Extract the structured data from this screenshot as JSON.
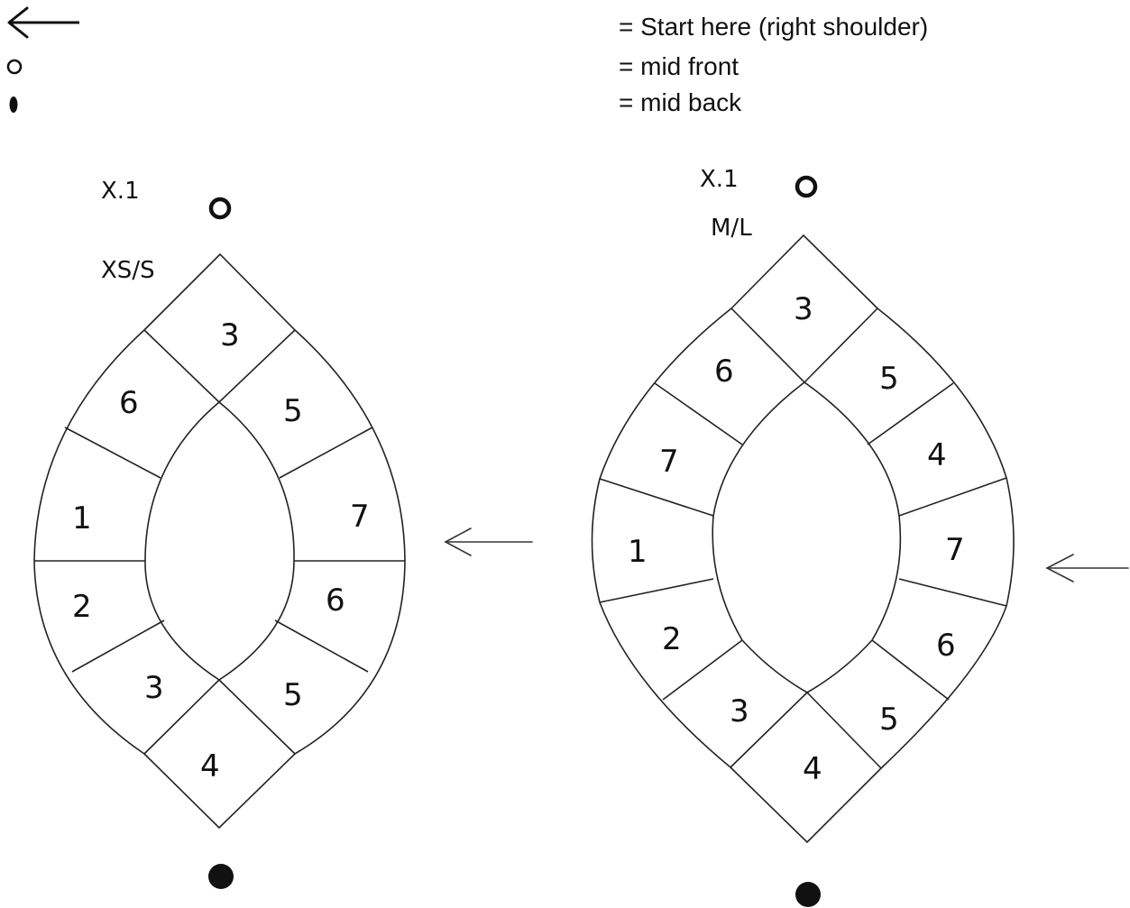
{
  "legend": [
    {
      "symbol": "arrow-left-icon",
      "text": "= Start here (right shoulder)"
    },
    {
      "symbol": "open-circle-icon",
      "text": "= mid front"
    },
    {
      "symbol": "filled-dot-icon",
      "text": "= mid back"
    }
  ],
  "diagrams": [
    {
      "id": "xs-s",
      "label_top": "X.1",
      "label_size": "XS/S",
      "segments": {
        "top": "3",
        "left": [
          "6",
          "1",
          "2",
          "3"
        ],
        "right": [
          "5",
          "7",
          "6",
          "5"
        ],
        "bottom": "4"
      }
    },
    {
      "id": "m-l",
      "label_top": "X.1",
      "label_size": "M/L",
      "segments": {
        "top": "3",
        "left": [
          "6",
          "7",
          "1",
          "2",
          "3"
        ],
        "right": [
          "5",
          "4",
          "7",
          "6",
          "5"
        ],
        "bottom": "4"
      }
    }
  ]
}
